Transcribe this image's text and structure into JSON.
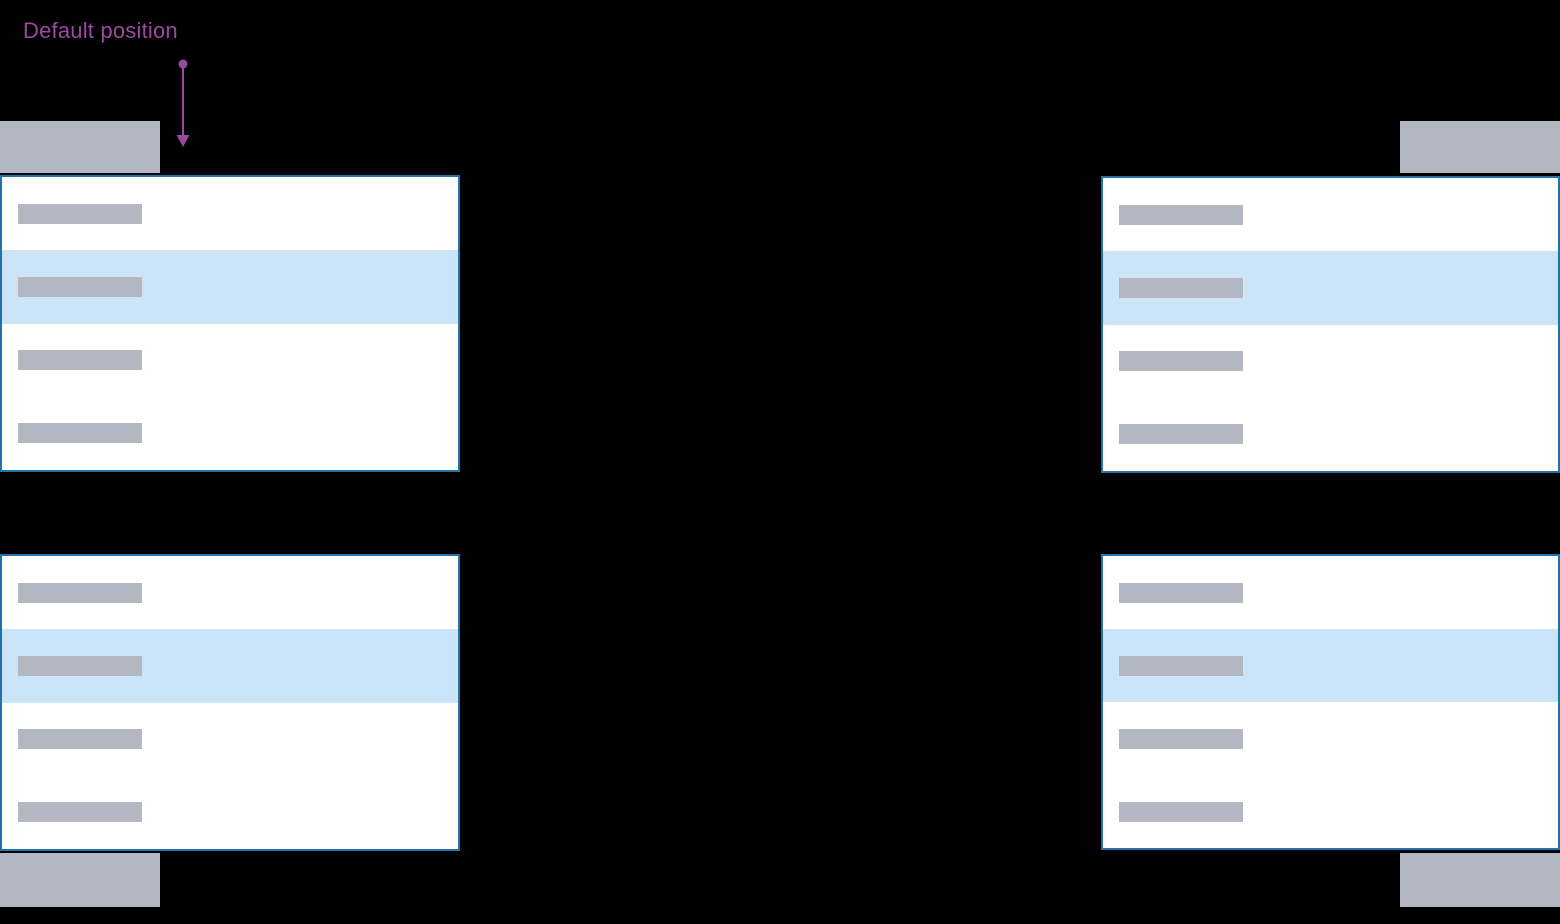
{
  "annotation": {
    "label": "Default position"
  },
  "colors": {
    "background": "#000000",
    "panel_background": "#ffffff",
    "panel_border": "#2272ae",
    "selected_row": "#cbe4f7",
    "placeholder_bar": "#b2b7c1",
    "trigger_button": "#b2b7c1",
    "annotation_text": "#9a4a9e"
  },
  "menus": [
    {
      "position": "top-left",
      "trigger_alignment": "left",
      "menu_opens": "below",
      "items": [
        {
          "selected": false
        },
        {
          "selected": true
        },
        {
          "selected": false
        },
        {
          "selected": false
        }
      ]
    },
    {
      "position": "top-right",
      "trigger_alignment": "right",
      "menu_opens": "below",
      "items": [
        {
          "selected": false
        },
        {
          "selected": true
        },
        {
          "selected": false
        },
        {
          "selected": false
        }
      ]
    },
    {
      "position": "bottom-left",
      "trigger_alignment": "left",
      "menu_opens": "above",
      "items": [
        {
          "selected": false
        },
        {
          "selected": true
        },
        {
          "selected": false
        },
        {
          "selected": false
        }
      ]
    },
    {
      "position": "bottom-right",
      "trigger_alignment": "right",
      "menu_opens": "above",
      "items": [
        {
          "selected": false
        },
        {
          "selected": true
        },
        {
          "selected": false
        },
        {
          "selected": false
        }
      ]
    }
  ]
}
